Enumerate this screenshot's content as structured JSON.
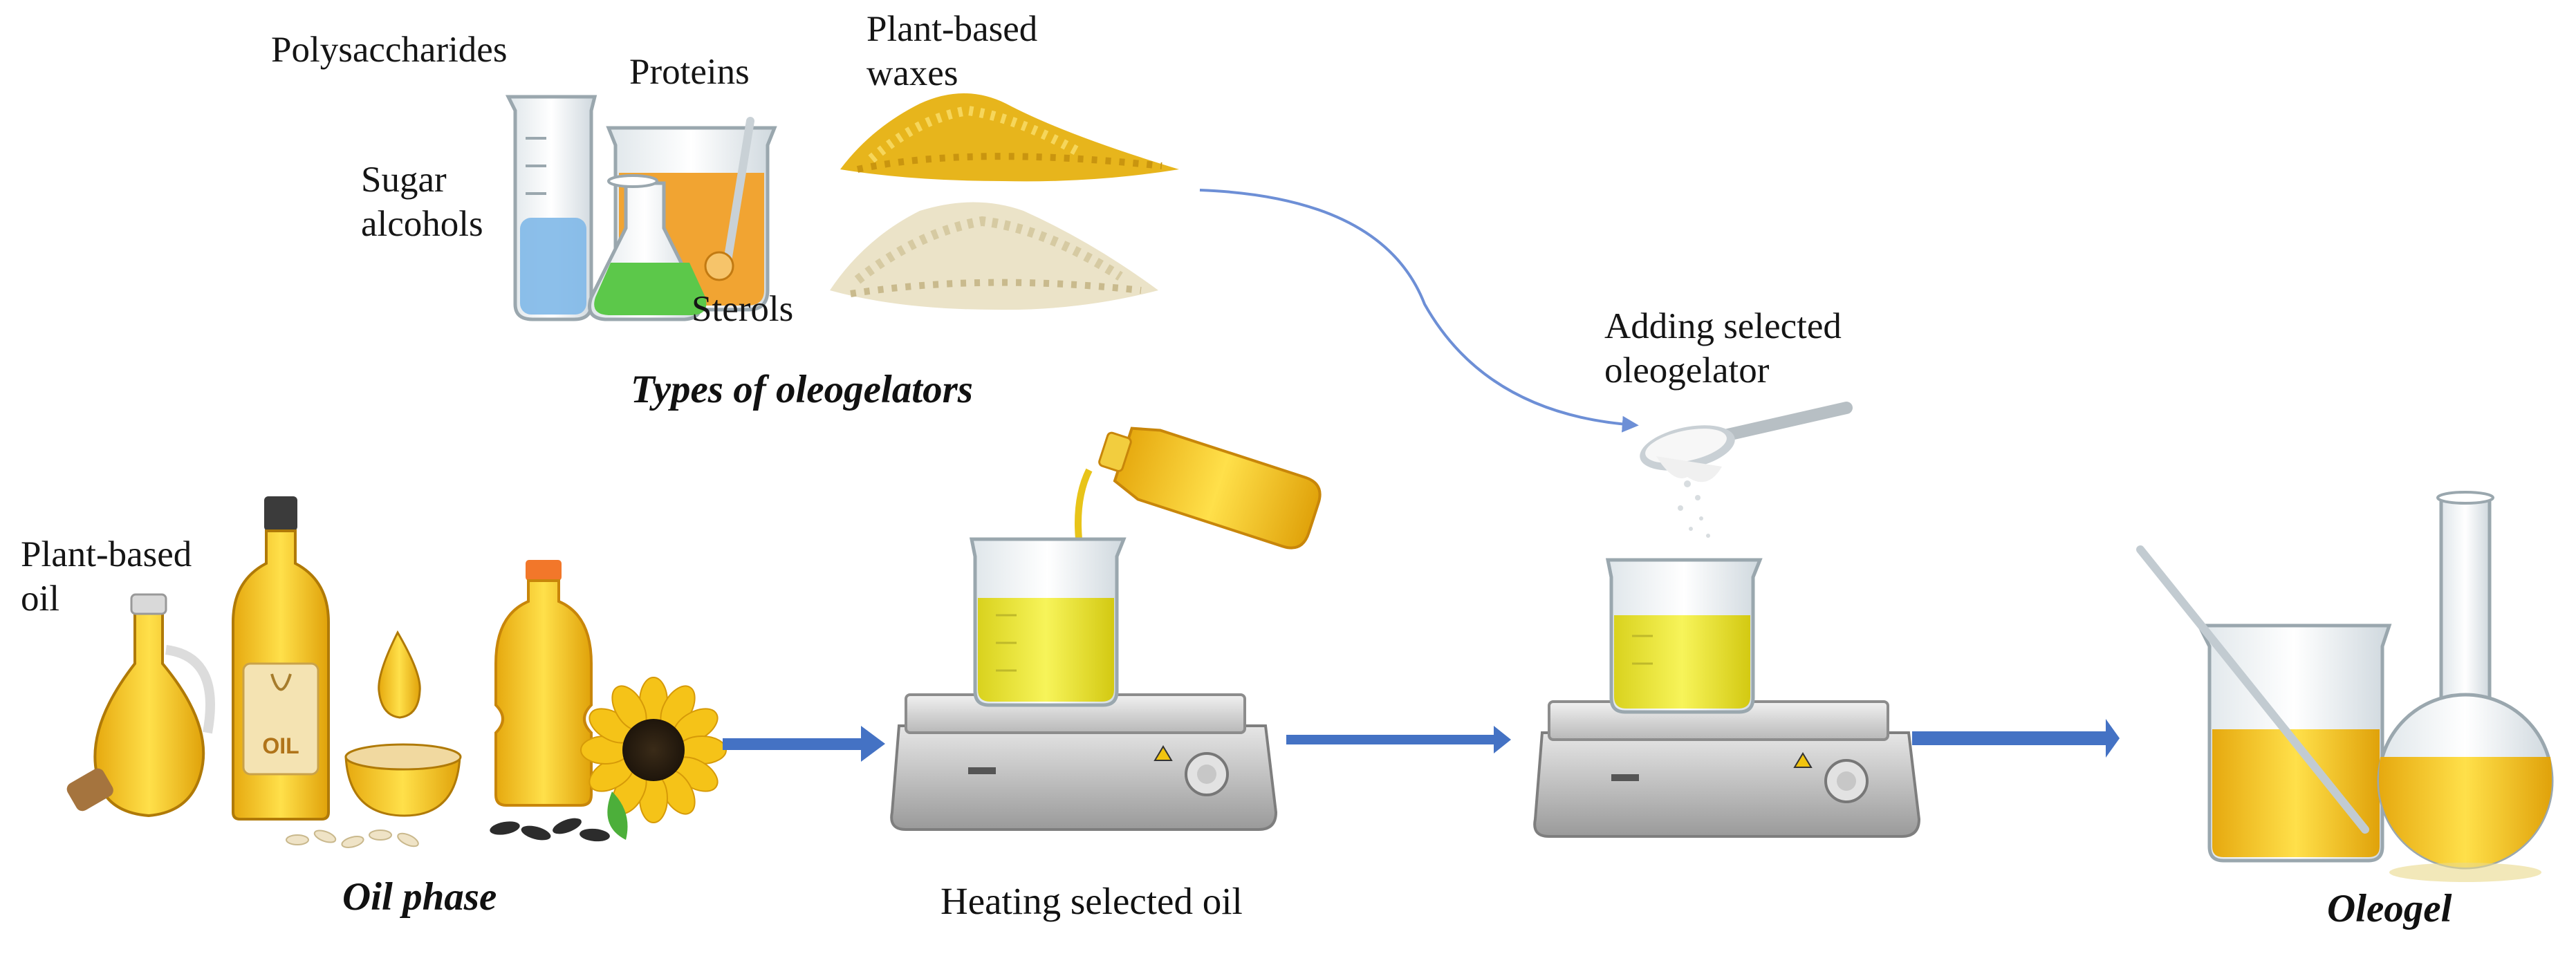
{
  "oleogelators": {
    "caption": "Types of oleogelators",
    "polysaccharides": "Polysaccharides",
    "proteins": "Proteins",
    "sugar_alcohols": "Sugar\nalcohols",
    "sterols": "Sterols",
    "waxes": "Plant-based\nwaxes"
  },
  "steps": {
    "adding": "Adding selected\noleogelator",
    "oil_label": "Plant-based\noil",
    "oil_phase": "Oil phase",
    "heating": "Heating selected oil",
    "oleogel": "Oleogel"
  },
  "icons": {
    "bottle_text": "OIL"
  },
  "colors": {
    "arrow": "#4472c4",
    "curve": "#6d8fd6",
    "oil": "#f2cc1f",
    "beaker_blue": "#7fb8e8",
    "flask_green": "#5cc84a",
    "beaker_orange": "#f1a432"
  }
}
